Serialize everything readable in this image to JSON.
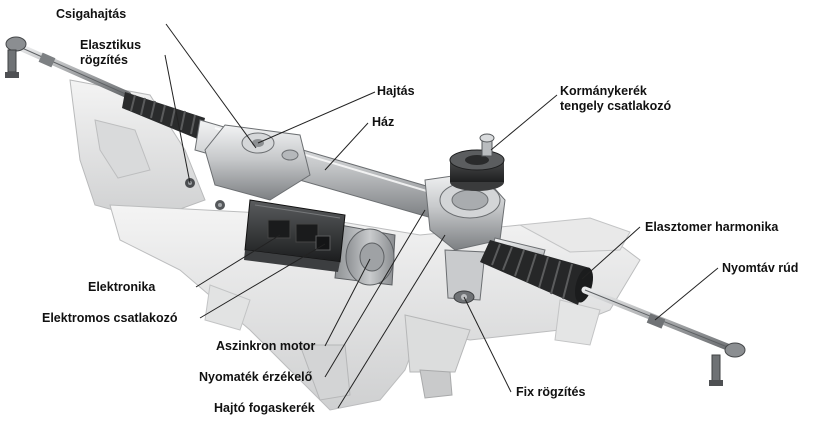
{
  "labels": {
    "csigahajtas": "Csigahajtás",
    "elasztikus_line1": "Elasztikus",
    "elasztikus_line2": "rögzítés",
    "hajtas": "Hajtás",
    "haz": "Ház",
    "kormanykerek_line1": "Kormánykerék",
    "kormanykerek_line2": "tengely csatlakozó",
    "elasztomer": "Elasztomer harmonika",
    "nyomtav": "Nyomtáv rúd",
    "elektronika": "Elektronika",
    "elektromos": "Elektromos csatlakozó",
    "aszinkron": "Aszinkron motor",
    "nyomatek": "Nyomaték érzékelő",
    "fix": "Fix rögzítés",
    "hajto": "Hajtó fogaskerék"
  },
  "colors": {
    "label_text": "#111111",
    "leader_line": "#222222",
    "metal_light": "#d8dadc",
    "metal_mid": "#a9acaf",
    "metal_dark": "#55585b",
    "rubber": "#2a2b2c",
    "subframe": "#e6e6e6",
    "electronics": "#2e2f30"
  }
}
